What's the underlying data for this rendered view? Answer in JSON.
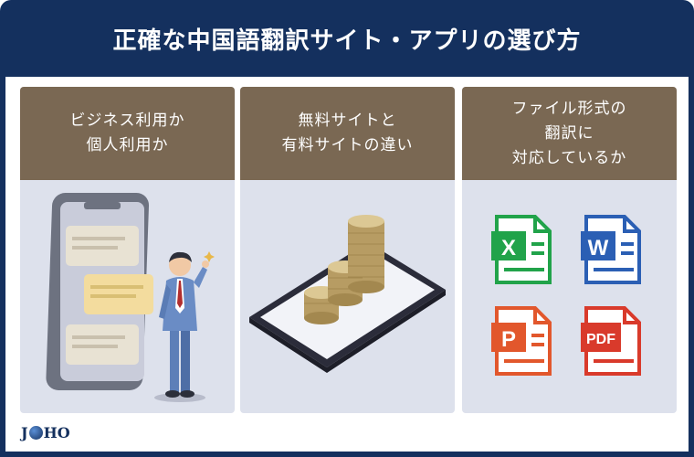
{
  "title": "正確な中国語翻訳サイト・アプリの選び方",
  "panels": [
    {
      "lines": [
        "ビジネス利用か",
        "個人利用か"
      ]
    },
    {
      "lines": [
        "無料サイトと",
        "有料サイトの違い"
      ]
    },
    {
      "lines": [
        "ファイル形式の",
        "翻訳に",
        "対応しているか"
      ]
    }
  ],
  "file_icons": [
    {
      "name": "excel",
      "letter": "X",
      "color": "#21a34a"
    },
    {
      "name": "word",
      "letter": "W",
      "color": "#2b5fb4"
    },
    {
      "name": "powerpoint",
      "letter": "P",
      "color": "#e2572c"
    },
    {
      "name": "pdf",
      "letter": "PDF",
      "color": "#d93a2b"
    }
  ],
  "logo": {
    "left": "J",
    "right": "HO"
  },
  "colors": {
    "navy": "#14305e",
    "brown": "#7a6853",
    "panel_bg": "#dde1ec"
  }
}
